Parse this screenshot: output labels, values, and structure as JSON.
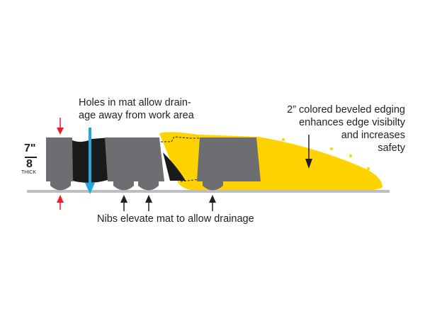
{
  "thickness": {
    "numerator": "7\"",
    "denominator": "8",
    "unit": "THICK"
  },
  "callouts": {
    "holes": [
      "Holes in mat allow drain-",
      "age away from work area"
    ],
    "edging": [
      "2” colored beveled edging",
      "enhances edge visibilty",
      "and increases",
      "safety"
    ],
    "nibs": "Nibs elevate mat to allow drainage"
  },
  "colors": {
    "mat": "#6d6e71",
    "hole": "#1a1a1a",
    "edge": "#ffd200",
    "ground": "#bcbec0",
    "red_arrow": "#ed1c24",
    "blue_arrow": "#1fa9e1"
  }
}
